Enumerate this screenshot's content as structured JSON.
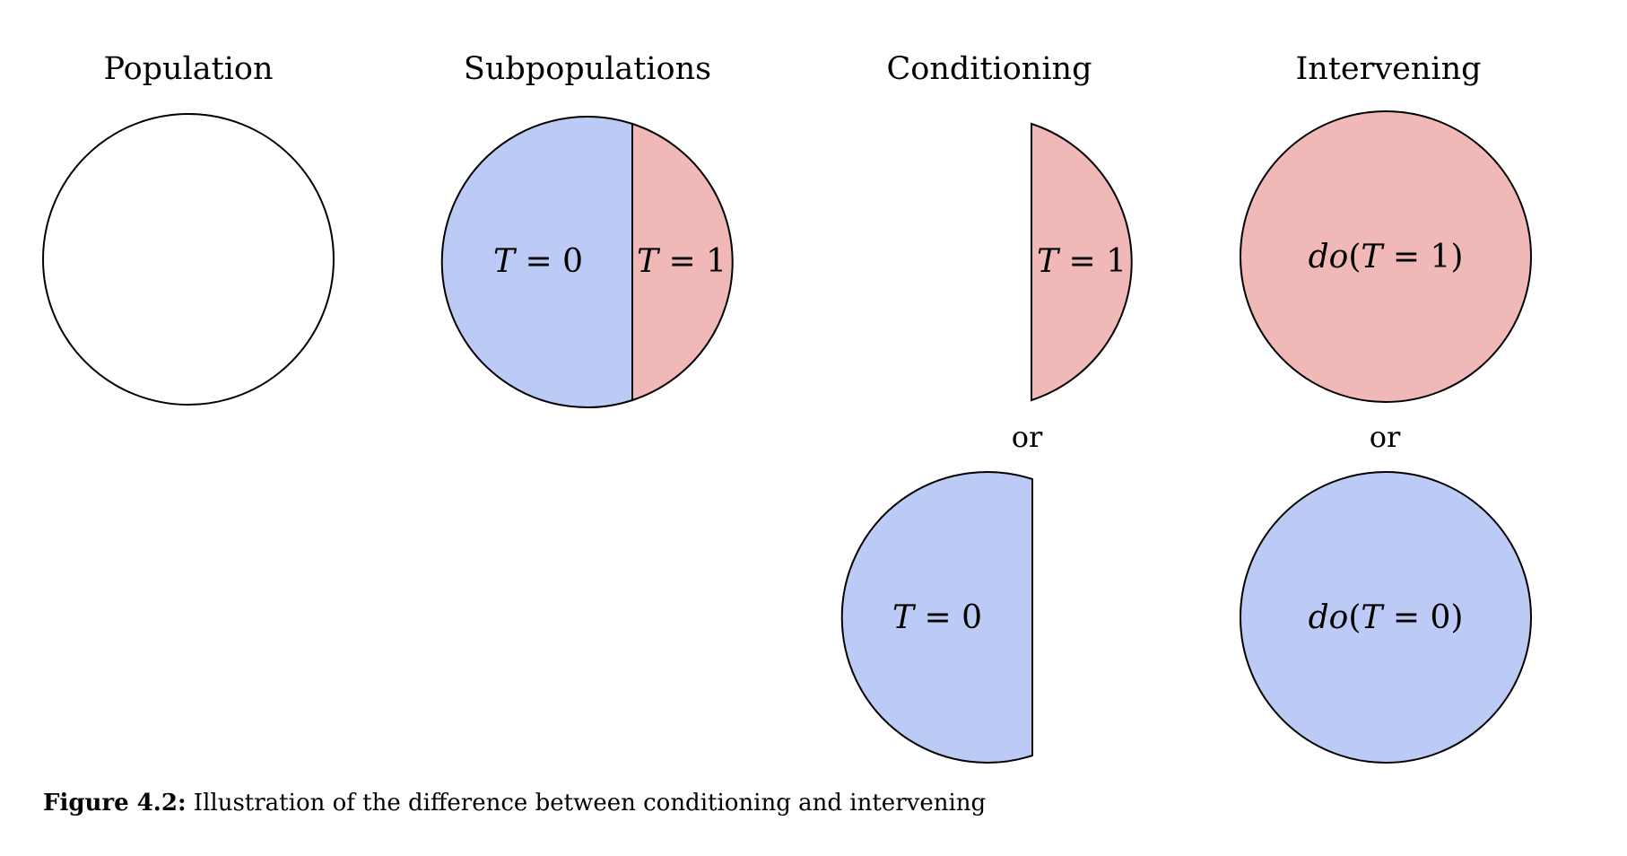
{
  "headings": {
    "population": "Population",
    "subpopulations": "Subpopulations",
    "conditioning": "Conditioning",
    "intervening": "Intervening"
  },
  "labels": {
    "t_var": "T",
    "eq": " = ",
    "zero": "0",
    "one": "1",
    "do": "do",
    "open_paren": "(",
    "close_paren": ")",
    "or": "or"
  },
  "caption": {
    "label": "Figure 4.2:",
    "text": " Illustration of the difference between conditioning and intervening"
  },
  "colors": {
    "treated_fill": "#f1b8b8",
    "control_fill": "#bccbf5",
    "stroke": "#000000",
    "background": "#ffffff"
  }
}
